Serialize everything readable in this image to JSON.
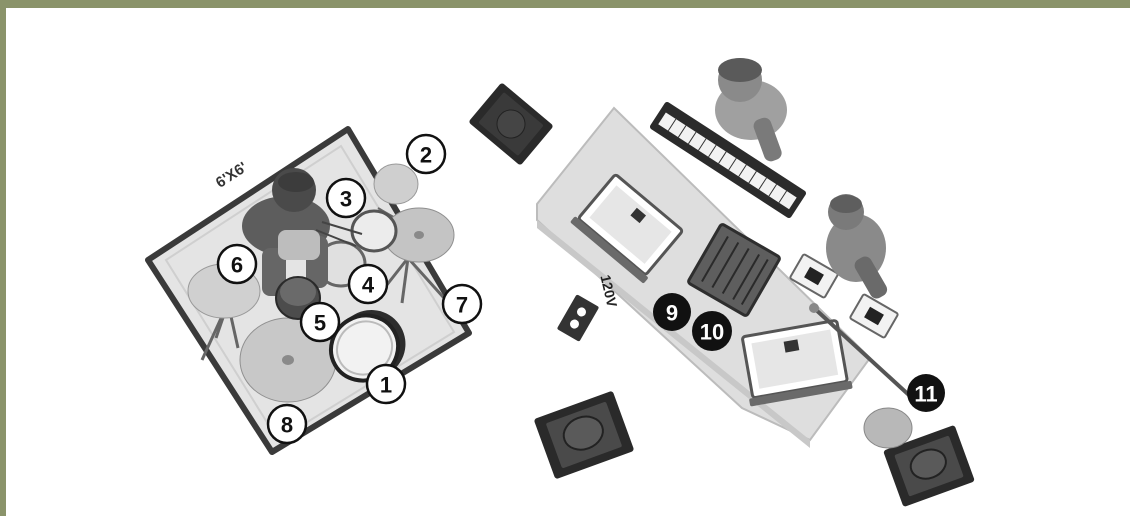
{
  "riser": {
    "size_label": "6'X6'"
  },
  "power": {
    "voltage_label": "120V"
  },
  "callouts": [
    {
      "number": "1",
      "style": "outline"
    },
    {
      "number": "2",
      "style": "outline"
    },
    {
      "number": "3",
      "style": "outline"
    },
    {
      "number": "4",
      "style": "outline"
    },
    {
      "number": "5",
      "style": "outline"
    },
    {
      "number": "6",
      "style": "outline"
    },
    {
      "number": "7",
      "style": "outline"
    },
    {
      "number": "8",
      "style": "outline"
    },
    {
      "number": "9",
      "style": "filled"
    },
    {
      "number": "10",
      "style": "filled"
    },
    {
      "number": "11",
      "style": "filled"
    }
  ],
  "colors": {
    "frame": "#8a936a",
    "riser": "#e2e2e2",
    "table": "#dcdcdc",
    "filled_callout": "#111111",
    "outline_callout": "#ffffff"
  }
}
